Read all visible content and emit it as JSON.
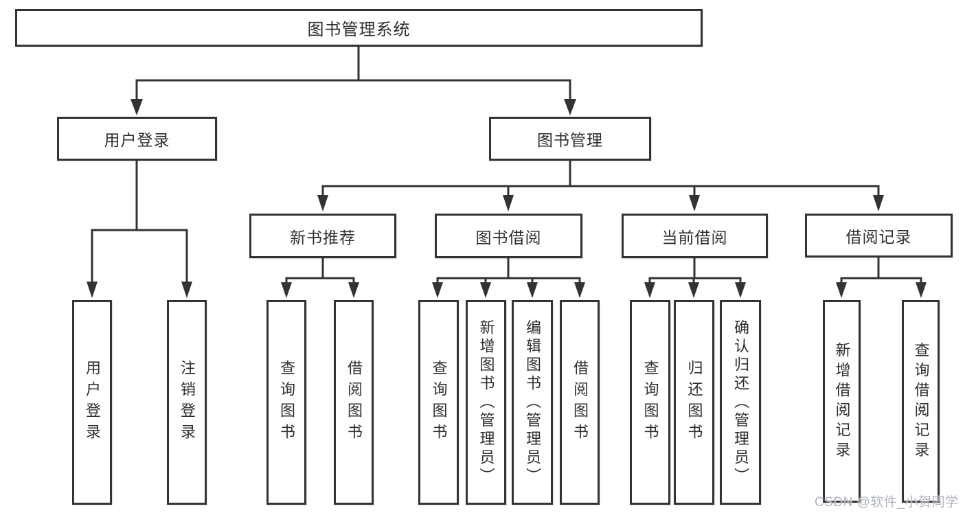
{
  "diagram": {
    "root": {
      "label": "图书管理系统"
    },
    "user_login": {
      "label": "用户登录",
      "children": [
        {
          "label": "用户登录"
        },
        {
          "label": "注销登录"
        }
      ]
    },
    "book_management": {
      "label": "图书管理",
      "sections": [
        {
          "label": "新书推荐",
          "children": [
            {
              "label": "查询图书"
            },
            {
              "label": "借阅图书"
            }
          ]
        },
        {
          "label": "图书借阅",
          "children": [
            {
              "label": "查询图书"
            },
            {
              "label": "新增图书（管理员）"
            },
            {
              "label": "编辑图书（管理员）"
            },
            {
              "label": "借阅图书"
            }
          ]
        },
        {
          "label": "当前借阅",
          "children": [
            {
              "label": "查询图书"
            },
            {
              "label": "归还图书"
            },
            {
              "label": "确认归还（管理员）"
            }
          ]
        },
        {
          "label": "借阅记录",
          "children": [
            {
              "label": "新增借阅记录"
            },
            {
              "label": "查询借阅记录"
            }
          ]
        }
      ]
    }
  },
  "watermark": {
    "text": "CSDN @软件_小贺同学"
  },
  "colors": {
    "line": "#333333",
    "text": "#2e2e2e",
    "watermark": "#b0b5bc",
    "background": "#ffffff"
  }
}
